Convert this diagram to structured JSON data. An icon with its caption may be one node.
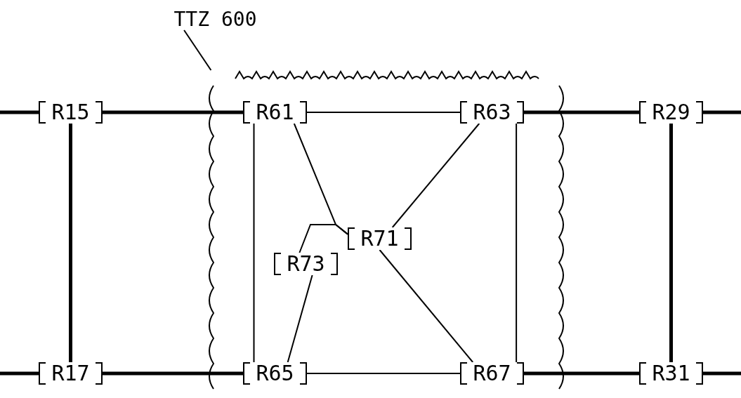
{
  "diagram": {
    "nodes": [
      {
        "text": [
          "TTZ 600"
        ]
      },
      {
        "text": [],
        "shape": "cloud"
      },
      {
        "text": [
          "R15"
        ]
      },
      {
        "text": [
          "R61"
        ],
        "in": 1
      },
      {
        "text": [
          "R63"
        ],
        "in": 1
      },
      {
        "text": [
          "R29"
        ]
      },
      {
        "text": [
          "R71"
        ],
        "in": 1
      },
      {
        "text": [
          "R73"
        ],
        "in": 1
      },
      {
        "text": [
          "R17"
        ]
      },
      {
        "text": [
          "R65"
        ],
        "in": 1
      },
      {
        "text": [
          "R67"
        ],
        "in": 1
      },
      {
        "text": [
          "R31"
        ]
      }
    ],
    "edges": [
      {
        "from": null,
        "to": 2,
        "arrow": "none",
        "style": "thick"
      },
      {
        "from": 2,
        "to": 3,
        "arrow": "none",
        "style": "thick"
      },
      {
        "from": 3,
        "to": 4,
        "arrow": "none"
      },
      {
        "from": 4,
        "to": 5,
        "arrow": "none",
        "style": "thick"
      },
      {
        "from": 5,
        "to": null,
        "arrow": "none",
        "style": "thick"
      },
      {
        "from": 2,
        "to": 8,
        "arrow": "none",
        "style": "thick"
      },
      {
        "from": 3,
        "to": 9,
        "arrow": "none"
      },
      {
        "from": 4,
        "to": 10,
        "arrow": "none"
      },
      {
        "from": 5,
        "to": 11,
        "arrow": "none",
        "style": "thick"
      },
      {
        "from": 3,
        "to": 6,
        "arrow": "none"
      },
      {
        "from": 4,
        "to": 6,
        "arrow": "none"
      },
      {
        "from": 7,
        "to": 6,
        "arrow": "none"
      },
      {
        "from": 7,
        "to": 9,
        "arrow": "none"
      },
      {
        "from": 6,
        "to": 10,
        "arrow": "none"
      },
      {
        "from": null,
        "to": 8,
        "arrow": "none",
        "style": "thick"
      },
      {
        "from": 8,
        "to": 9,
        "arrow": "none",
        "style": "thick"
      },
      {
        "from": 9,
        "to": 10,
        "arrow": "none"
      },
      {
        "from": 10,
        "to": 11,
        "arrow": "none",
        "style": "thick"
      },
      {
        "from": 11,
        "to": null,
        "arrow": "none",
        "style": "thick"
      },
      {
        "from": 0,
        "to": 1,
        "arrow": "none"
      }
    ]
  }
}
